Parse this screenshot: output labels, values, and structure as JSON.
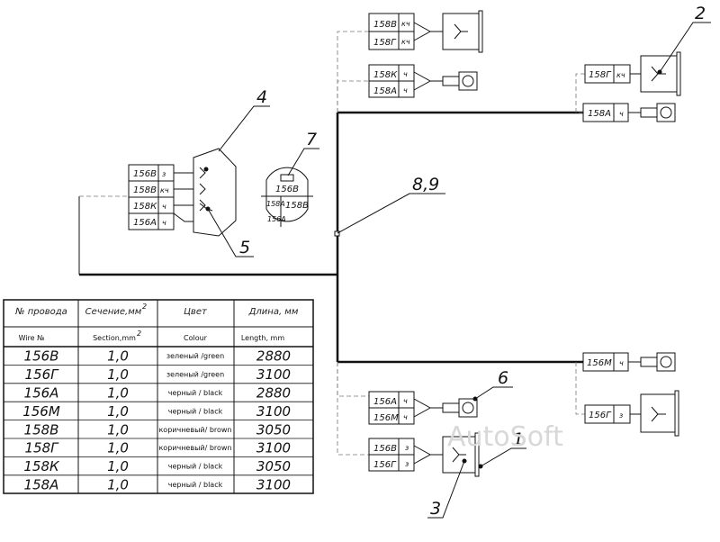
{
  "callouts": {
    "c1": "1",
    "c2": "2",
    "c3": "3",
    "c4": "4",
    "c5": "5",
    "c6": "6",
    "c7": "7",
    "c89": "8,9"
  },
  "wires": {
    "w158v": "158В",
    "w158g": "158Г",
    "w158k": "158К",
    "w158a": "158А",
    "w156v": "156В",
    "w156g": "156Г",
    "w156a": "156А",
    "w156m": "156М"
  },
  "colors": {
    "kch": "кч",
    "ch": "ч",
    "z": "з"
  },
  "table": {
    "headers": {
      "wire_ru": "№ провода",
      "section_ru": "Сечение,мм",
      "section_sup": "2",
      "color_ru": "Цвет",
      "length_ru": "Длина, мм",
      "wire_en": "Wire №",
      "section_en": "Section,mm",
      "section_en_sup": "2",
      "color_en": "Colour",
      "length_en": "Length, mm"
    },
    "rows": [
      {
        "wire": "156В",
        "section": "1,0",
        "colour": "зеленый /green",
        "length": "2880"
      },
      {
        "wire": "156Г",
        "section": "1,0",
        "colour": "зеленый /green",
        "length": "3100"
      },
      {
        "wire": "156А",
        "section": "1,0",
        "colour": "черный / black",
        "length": "2880"
      },
      {
        "wire": "156М",
        "section": "1,0",
        "colour": "черный / black",
        "length": "3100"
      },
      {
        "wire": "158В",
        "section": "1,0",
        "colour": "коричневый/ brown",
        "length": "3050"
      },
      {
        "wire": "158Г",
        "section": "1,0",
        "colour": "коричневый/ brown",
        "length": "3100"
      },
      {
        "wire": "158К",
        "section": "1,0",
        "colour": "черный / black",
        "length": "3050"
      },
      {
        "wire": "158А",
        "section": "1,0",
        "colour": "черный / black",
        "length": "3100"
      }
    ]
  },
  "watermark": "AutoSoft"
}
